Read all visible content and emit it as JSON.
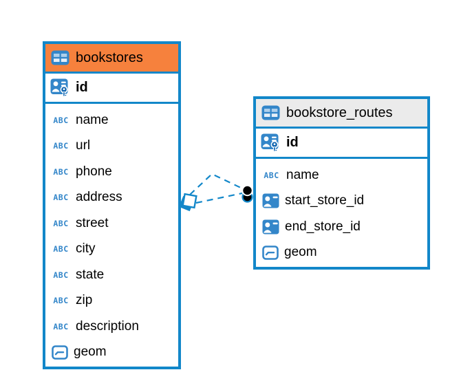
{
  "diagram": {
    "background_color": "#ffffff",
    "accent_color": "#1287c9",
    "icon_color": "#3386c9",
    "icon_labels": {
      "text": "ABC"
    },
    "tables": [
      {
        "name": "bookstores",
        "header_bg": "#f6813d",
        "header_icon": "table-icon",
        "primary_key": {
          "name": "id",
          "icon": "primary-key-icon"
        },
        "columns": [
          {
            "name": "name",
            "icon": "text-icon"
          },
          {
            "name": "url",
            "icon": "text-icon"
          },
          {
            "name": "phone",
            "icon": "text-icon"
          },
          {
            "name": "address",
            "icon": "text-icon"
          },
          {
            "name": "street",
            "icon": "text-icon"
          },
          {
            "name": "city",
            "icon": "text-icon"
          },
          {
            "name": "state",
            "icon": "text-icon"
          },
          {
            "name": "zip",
            "icon": "text-icon"
          },
          {
            "name": "description",
            "icon": "text-icon"
          },
          {
            "name": "geom",
            "icon": "geometry-icon"
          }
        ]
      },
      {
        "name": "bookstore_routes",
        "header_bg": "#ebebeb",
        "header_icon": "table-icon",
        "primary_key": {
          "name": "id",
          "icon": "primary-key-icon"
        },
        "columns": [
          {
            "name": "name",
            "icon": "text-icon"
          },
          {
            "name": "start_store_id",
            "icon": "foreign-key-icon"
          },
          {
            "name": "end_store_id",
            "icon": "foreign-key-icon"
          },
          {
            "name": "geom",
            "icon": "geometry-icon"
          }
        ]
      }
    ],
    "relations": [
      {
        "from_table": "bookstore_routes",
        "to_table": "bookstores",
        "line_style": "dashed",
        "start_marker": "dot-marker",
        "end_marker": "diamond-marker"
      },
      {
        "from_table": "bookstore_routes",
        "to_table": "bookstores",
        "line_style": "dashed",
        "start_marker": "dot-marker",
        "end_marker": "diamond-marker"
      }
    ]
  }
}
